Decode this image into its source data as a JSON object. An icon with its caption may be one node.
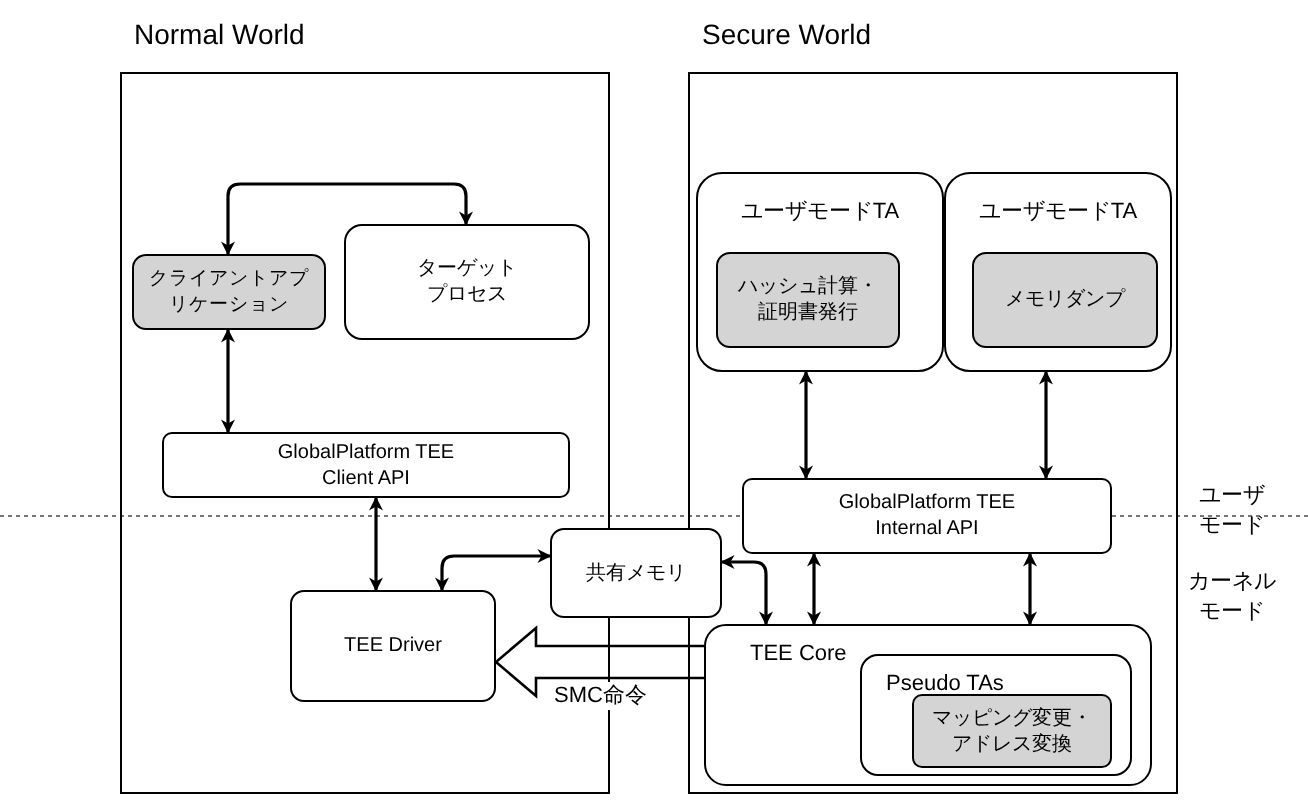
{
  "diagram": {
    "nodes": [
      {
        "text": [
          "Normal World"
        ]
      },
      {
        "text": [
          "Secure World"
        ]
      },
      {
        "text": [
          "クライアントアプリケーション"
        ],
        "in": 0
      },
      {
        "text": [
          "ターゲットプロセス"
        ],
        "in": 0
      },
      {
        "text": [
          "GlobalPlatform TEE Client API"
        ],
        "in": 0
      },
      {
        "text": [
          "TEE Driver"
        ],
        "in": 0
      },
      {
        "text": [
          "共有メモリ"
        ]
      },
      {
        "text": [
          "ユーザモードTA"
        ],
        "in": 1
      },
      {
        "text": [
          "ハッシュ計算・証明書発行"
        ],
        "in": 7
      },
      {
        "text": [
          "ユーザモードTA"
        ],
        "in": 1
      },
      {
        "text": [
          "メモリダンプ"
        ],
        "in": 9
      },
      {
        "text": [
          "GlobalPlatform TEE Internal API"
        ],
        "in": 1
      },
      {
        "text": [
          "TEE Core"
        ],
        "in": 1
      },
      {
        "text": [
          "Pseudo TAs"
        ],
        "in": 12
      },
      {
        "text": [
          "マッピング変更・アドレス変換"
        ],
        "in": 13
      }
    ],
    "edges": [
      {
        "from": 2,
        "to": 3,
        "arrow": "both"
      },
      {
        "from": 2,
        "to": 4,
        "arrow": "both"
      },
      {
        "from": 4,
        "to": 5,
        "arrow": "both"
      },
      {
        "from": 5,
        "to": 6,
        "arrow": "both"
      },
      {
        "from": 6,
        "to": 12,
        "arrow": "both"
      },
      {
        "from": 11,
        "to": 12,
        "arrow": "both"
      },
      {
        "from": 11,
        "to": 12,
        "arrow": "both"
      },
      {
        "from": 7,
        "to": 11,
        "arrow": "both"
      },
      {
        "from": 9,
        "to": 11,
        "arrow": "both"
      },
      {
        "from": 12,
        "to": 5,
        "arrow": "to",
        "style": "thick",
        "label": "SMC命令"
      }
    ],
    "labels": [
      "ユーザモード",
      "カーネルモード"
    ]
  }
}
